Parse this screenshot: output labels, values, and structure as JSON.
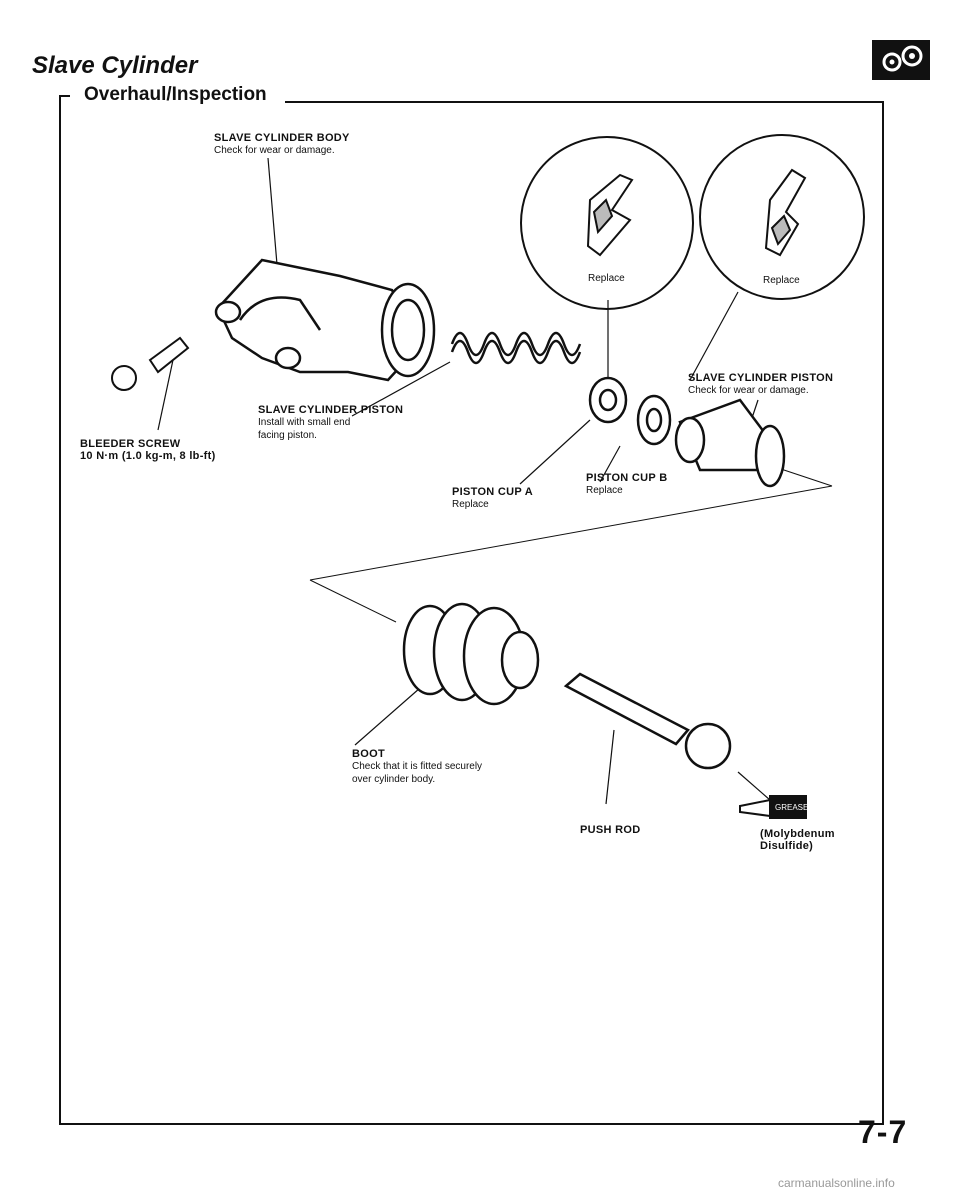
{
  "header": {
    "title": "Slave Cylinder",
    "section": "Overhaul/Inspection"
  },
  "callouts": {
    "slave_body": {
      "name": "SLAVE CYLINDER BODY",
      "note": "Check for wear or damage."
    },
    "circle_left": {
      "note": "Replace"
    },
    "circle_right": {
      "note": "Replace"
    },
    "bleeder_screw": {
      "name": "BLEEDER SCREW",
      "torque": "10 N·m (1.0 kg-m, 8 lb-ft)"
    },
    "piston_install": {
      "name": "SLAVE CYLINDER PISTON",
      "note1": "Install with small end",
      "note2": "facing piston."
    },
    "piston_check": {
      "name": "SLAVE CYLINDER PISTON",
      "note": "Check for wear or damage."
    },
    "piston_cup_a": {
      "name": "PISTON CUP A",
      "note": "Replace"
    },
    "piston_cup_b": {
      "name": "PISTON CUP B",
      "note": "Replace"
    },
    "boot": {
      "name": "BOOT",
      "note1": "Check that it is fitted securely",
      "note2": "over cylinder body."
    },
    "push_rod": {
      "name": "PUSH ROD"
    },
    "grease": {
      "badge": "GREASE",
      "name1": "(Molybdenum",
      "name2": "Disulfide)"
    }
  },
  "footer": {
    "page_number": "7-7",
    "watermark": "carmanualsonline.info"
  }
}
